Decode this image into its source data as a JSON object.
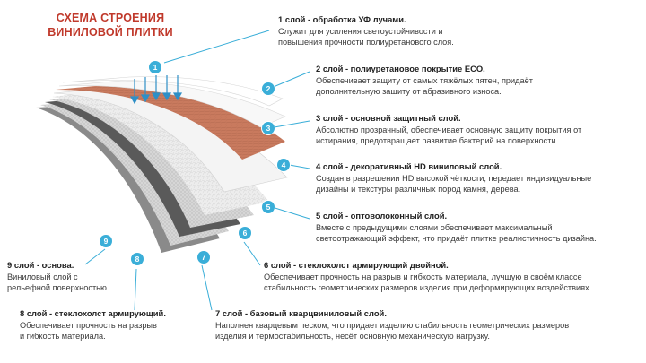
{
  "title": {
    "line1": "СХЕМА СТРОЕНИЯ",
    "line2": "ВИНИЛОВОЙ ПЛИТКИ"
  },
  "colors": {
    "title": "#c0392b",
    "badge": "#3aaed8",
    "leader": "#3aaed8",
    "arrow": "#2f8fc6",
    "copper": "#c97a5e",
    "dark_gray": "#555555",
    "light_gray": "#cfcfcf"
  },
  "layers": [
    {
      "n": "1",
      "heading": "1 слой - обработка УФ лучами.",
      "lines": [
        "Служит для усиления светоустойчивости и",
        "повышения прочности полиуретанового слоя."
      ]
    },
    {
      "n": "2",
      "heading": "2 слой - полиуретановое покрытие ECO.",
      "lines": [
        "Обеспечивает защиту от самых тяжёлых пятен, придаёт",
        "дополнительную защиту от абразивного износа."
      ]
    },
    {
      "n": "3",
      "heading": "3 слой - основной защитный слой.",
      "lines": [
        "Абсолютно прозрачный, обеспечивает основную защиту покрытия от",
        "истирания, предотвращает развитие бактерий на поверхности."
      ]
    },
    {
      "n": "4",
      "heading": "4 слой - декоративный HD виниловый слой.",
      "lines": [
        "Создан в разрешении HD высокой чёткости, передает индивидуальные",
        "дизайны и текстуры различных пород камня, дерева."
      ]
    },
    {
      "n": "5",
      "heading": "5 слой - оптоволоконный слой.",
      "lines": [
        "Вместе с предыдущими слоями обеспечивает максимальный",
        "светоотражающий эффект, что придаёт плитке реалистичность дизайна."
      ]
    },
    {
      "n": "6",
      "heading": "6 слой - стеклохолст армирующий двойной.",
      "lines": [
        "Обеспечивает прочность на разрыв и гибкость материала, лучшую в своём классе",
        "стабильность геометрических размеров изделия при деформирующих воздействиях."
      ]
    },
    {
      "n": "7",
      "heading": "7 слой - базовый кварцвиниловый слой.",
      "lines": [
        "Наполнен кварцевым песком, что придает изделию стабильность геометрических размеров",
        "изделия и термостабильность, несёт основную механическую нагрузку."
      ]
    },
    {
      "n": "8",
      "heading": "8 слой - стеклохолст армирующий.",
      "lines": [
        "Обеспечивает прочность на разрыв",
        "и гибкость материала."
      ]
    },
    {
      "n": "9",
      "heading": "9 слой - основа.",
      "lines": [
        "Виниловый слой с",
        "рельефной поверхностью."
      ]
    }
  ]
}
